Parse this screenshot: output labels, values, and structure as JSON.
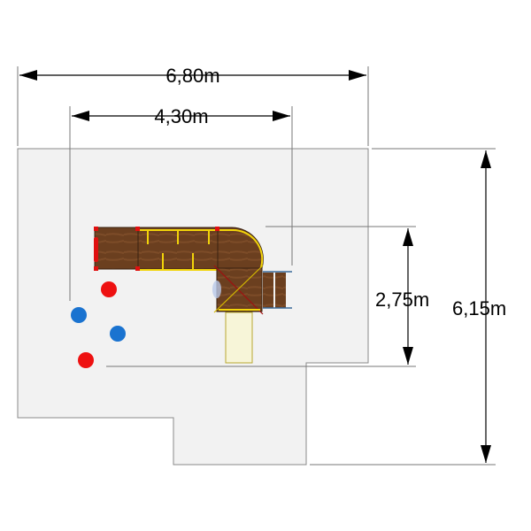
{
  "dimensions": {
    "total_width": "6,80m",
    "equipment_width": "4,30m",
    "equipment_depth": "2,75m",
    "total_depth": "6,15m"
  },
  "colors": {
    "area_fill": "#f2f2f2",
    "area_border": "#8a8a8a",
    "wood": "#6b3f1f",
    "rail": "#f2d40a",
    "post": "#e01010",
    "marker_red": "#ee1111",
    "marker_blue": "#1a73d0",
    "slide": "#f7f5d8"
  }
}
